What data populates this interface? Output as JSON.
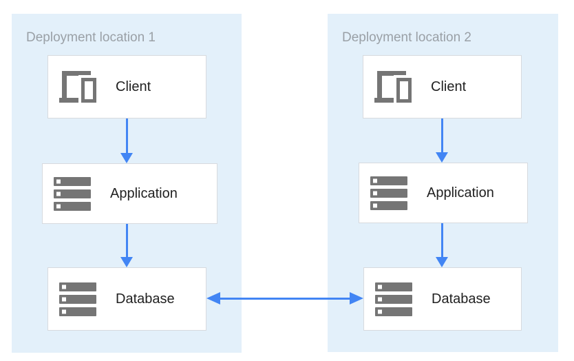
{
  "regions": [
    {
      "title": "Deployment location 1",
      "nodes": [
        {
          "label": "Client",
          "icon": "devices-icon"
        },
        {
          "label": "Application",
          "icon": "server-stack-icon"
        },
        {
          "label": "Database",
          "icon": "server-stack-icon"
        }
      ]
    },
    {
      "title": "Deployment location 2",
      "nodes": [
        {
          "label": "Client",
          "icon": "devices-icon"
        },
        {
          "label": "Application",
          "icon": "server-stack-icon"
        },
        {
          "label": "Database",
          "icon": "server-stack-icon"
        }
      ]
    }
  ],
  "connections": [
    {
      "from": "Client (location 1)",
      "to": "Application (location 1)",
      "direction": "down"
    },
    {
      "from": "Application (location 1)",
      "to": "Database (location 1)",
      "direction": "down"
    },
    {
      "from": "Client (location 2)",
      "to": "Application (location 2)",
      "direction": "down"
    },
    {
      "from": "Application (location 2)",
      "to": "Database (location 2)",
      "direction": "down"
    },
    {
      "from": "Database (location 1)",
      "to": "Database (location 2)",
      "direction": "bidirectional"
    }
  ],
  "colors": {
    "region_background": "#E3F0FA",
    "node_background": "#FFFFFF",
    "node_border": "#D7DADE",
    "arrow": "#4285F4",
    "icon": "#757575",
    "region_title_text": "#9AA0A6",
    "node_label_text": "#212121"
  }
}
